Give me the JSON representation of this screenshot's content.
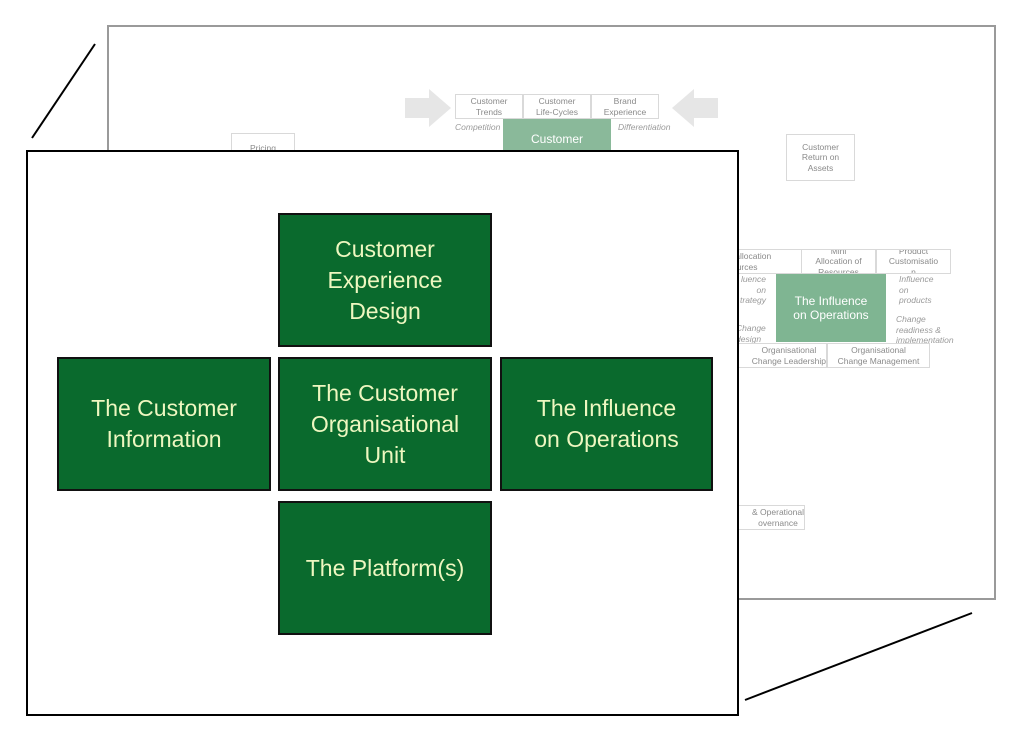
{
  "back_slide": {
    "top_boxes": [
      "Customer\nTrends",
      "Customer\nLife-Cycles",
      "Brand\nExperience"
    ],
    "italic_competition": "Competition",
    "italic_differentiation": "Differentiation",
    "top_green_label": "Customer",
    "pricing": "Pricing",
    "customer_return": "Customer\nReturn on\nAssets",
    "box_allocation": "rm allocation\nesources",
    "box_mini_allocation": "Mini\nAllocation of\nResources",
    "box_product_customisation": "Product\nCustomisatio\nn",
    "influence_green": "The Influence\non Operations",
    "italic_influence_strategy": "luence\non\ntrategy",
    "italic_influence_products": "Influence\non\nproducts",
    "italic_change_design": "Change\ndesign",
    "italic_change_readiness": "Change\nreadiness &\nimplementation",
    "box_change_leadership": "Organisational\nChange Leadership",
    "box_change_management": "Organisational\nChange Management",
    "box_operational_governance": "& Operational\novernance"
  },
  "front_slide": {
    "boxes": {
      "top": "Customer\nExperience\nDesign",
      "left": "The Customer\nInformation",
      "center": "The Customer\nOrganisational\nUnit",
      "right": "The Influence\non Operations",
      "bottom": "The Platform(s)"
    }
  },
  "colors": {
    "green_primary": "#0a6a2d",
    "green_text": "#eef7c0",
    "green_faint": "#8ab99a"
  }
}
